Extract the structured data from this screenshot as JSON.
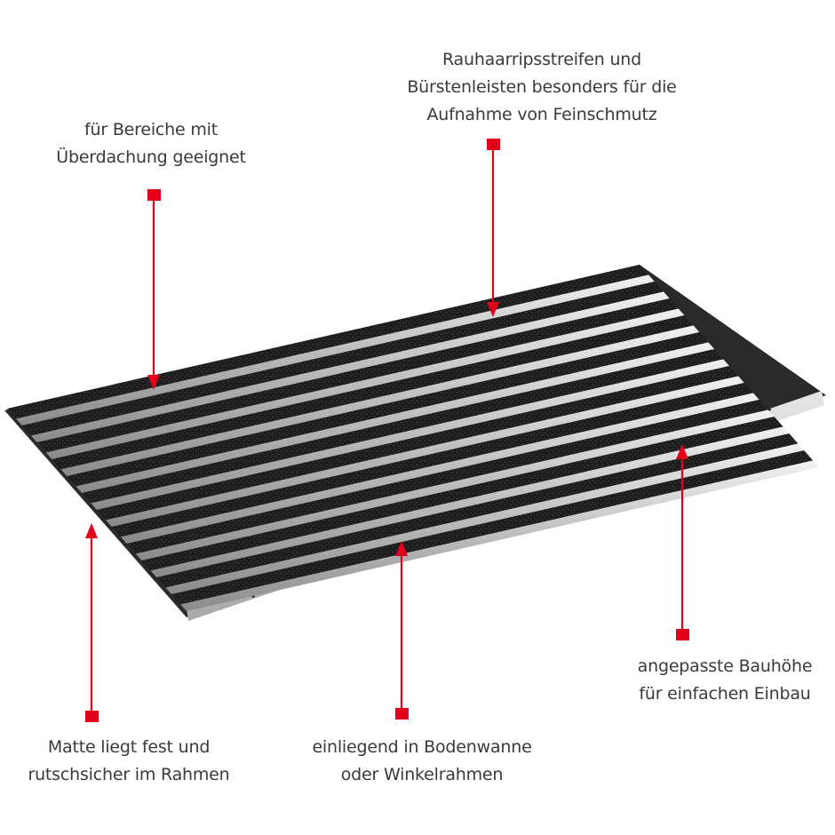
{
  "colors": {
    "marker": "#e3001b",
    "text": "#3a3a3a",
    "background": "#ffffff",
    "brush": "#1c1c1c",
    "aluminium": "#cfcfcf"
  },
  "product": {
    "name": "mat",
    "strip_count": 12
  },
  "annotations": [
    {
      "id": "brush-strips",
      "lines": [
        "Rauhaarripsstreifen und",
        "Bürstenleisten besonders für die",
        "Aufnahme von Feinschmutz"
      ],
      "arrow_direction": "down"
    },
    {
      "id": "covered-areas",
      "lines": [
        "für Bereiche mit",
        "Überdachung geeignet"
      ],
      "arrow_direction": "down"
    },
    {
      "id": "installation-height",
      "lines": [
        "angepasste Bauhöhe",
        "für einfachen Einbau"
      ],
      "arrow_direction": "up"
    },
    {
      "id": "frame-fit",
      "lines": [
        "Matte liegt fest und",
        "rutschsicher im Rahmen"
      ],
      "arrow_direction": "up"
    },
    {
      "id": "recess-mount",
      "lines": [
        "einliegend in Bodenwanne",
        "oder Winkelrahmen"
      ],
      "arrow_direction": "up"
    }
  ]
}
